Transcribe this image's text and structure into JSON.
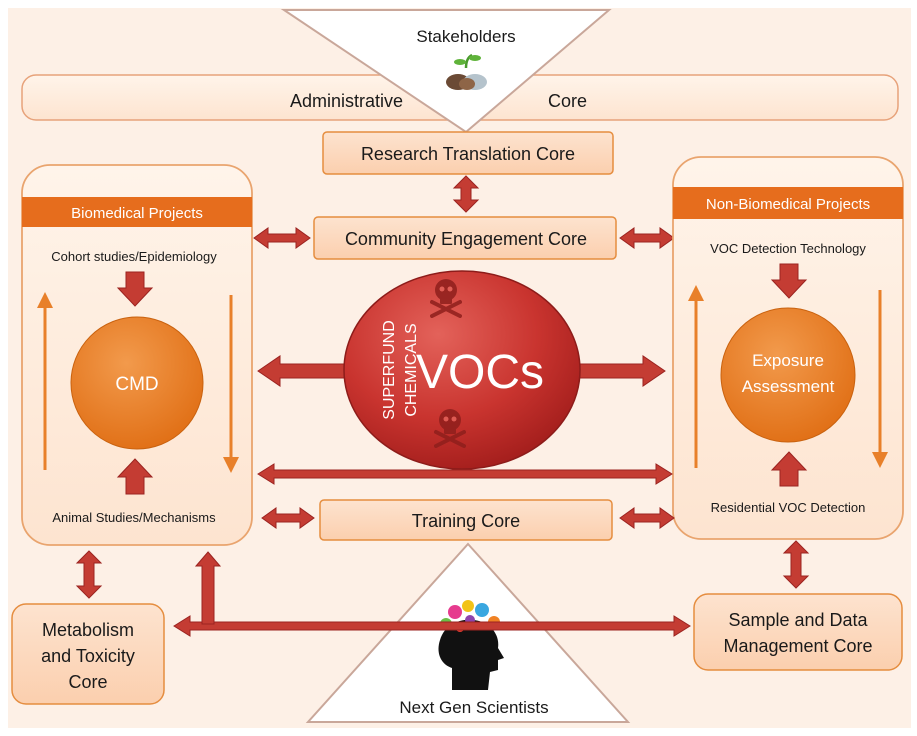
{
  "stakeholders": "Stakeholders",
  "administrative": {
    "left": "Administrative",
    "right": "Core"
  },
  "research_translation": "Research Translation Core",
  "community_engagement": "Community Engagement Core",
  "training": "Training Core",
  "next_gen": "Next Gen Scientists",
  "biomedical": {
    "header": "Biomedical Projects",
    "top": "Cohort studies/Epidemiology",
    "center": "CMD",
    "bottom": "Animal Studies/Mechanisms"
  },
  "nonbiomedical": {
    "header": "Non-Biomedical Projects",
    "top": "VOC Detection Technology",
    "center_line1": "Exposure",
    "center_line2": "Assessment",
    "bottom": "Residential VOC Detection"
  },
  "center": {
    "vocs": "VOCs",
    "superfund_line1": "SUPERFUND",
    "superfund_line2": "CHEMICALS"
  },
  "metabolism": {
    "line1": "Metabolism",
    "line2": "and Toxicity",
    "line3": "Core"
  },
  "sample_data": {
    "line1": "Sample and Data",
    "line2": "Management Core"
  },
  "colors": {
    "background": "#fdf0e6",
    "box_fill": "#fbd3b4",
    "box_stroke": "#e58d3f",
    "header": "#e66d1d",
    "orange_circle": "#eb7f22",
    "arrow": "#c43c33",
    "arrow_dark": "#9b2320",
    "vocs_circle": "#cd3a35"
  }
}
